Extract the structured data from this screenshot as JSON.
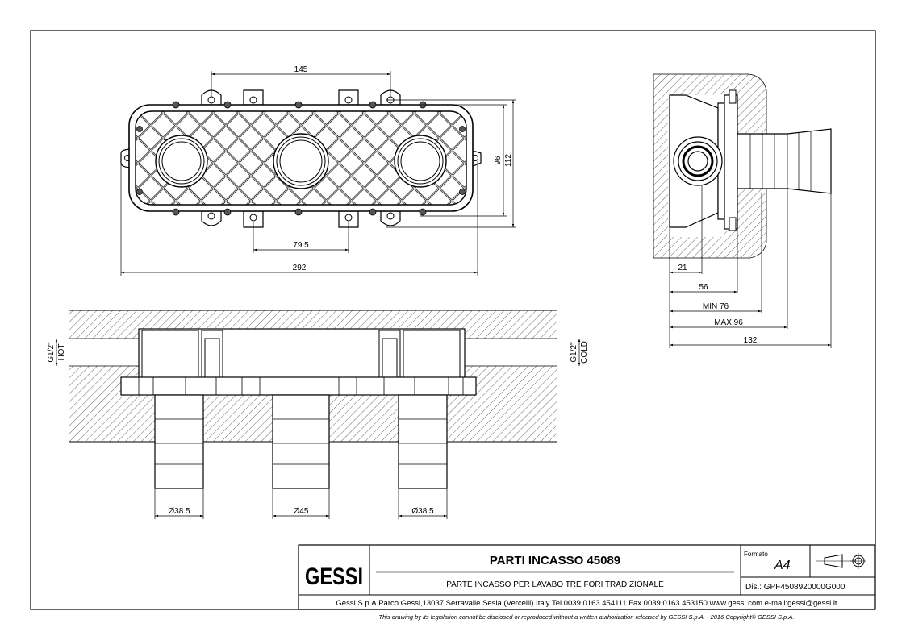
{
  "drawing": {
    "front_view": {
      "dim_top": "145",
      "dim_height_inner": "96",
      "dim_height_outer": "112",
      "dim_bottom_inner": "79.5",
      "dim_bottom_total": "292"
    },
    "side_view": {
      "dim_21": "21",
      "dim_56": "56",
      "dim_min": "MIN 76",
      "dim_max": "MAX 96",
      "dim_total": "132"
    },
    "section_view": {
      "left_thread": "G1/2\"",
      "left_label": "HOT",
      "right_thread": "G1/2\"",
      "right_label": "COLD",
      "dia_left": "Ø38.5",
      "dia_center": "Ø45",
      "dia_right": "Ø38.5"
    }
  },
  "title_block": {
    "logo_text": "GESSI",
    "title": "PARTI INCASSO 45089",
    "subtitle": "PARTE INCASSO PER LAVABO TRE FORI TRADIZIONALE",
    "format_label": "Formato",
    "format_value": "A4",
    "dis_label": "Dis.: GPF4508920000G000",
    "address": "Gessi S.p.A.Parco Gessi,13037 Serravalle Sesia (Vercelli) Italy Tel.0039 0163 454111 Fax.0039 0163 453150 www.gessi.com e-mail:gessi@gessi.it",
    "legal": "This drawing by its legislation cannot be disclosed or reproduced without a written authorization released by GESSI S.p.A. - 2016 Copyright© GESSI S.p.A."
  }
}
